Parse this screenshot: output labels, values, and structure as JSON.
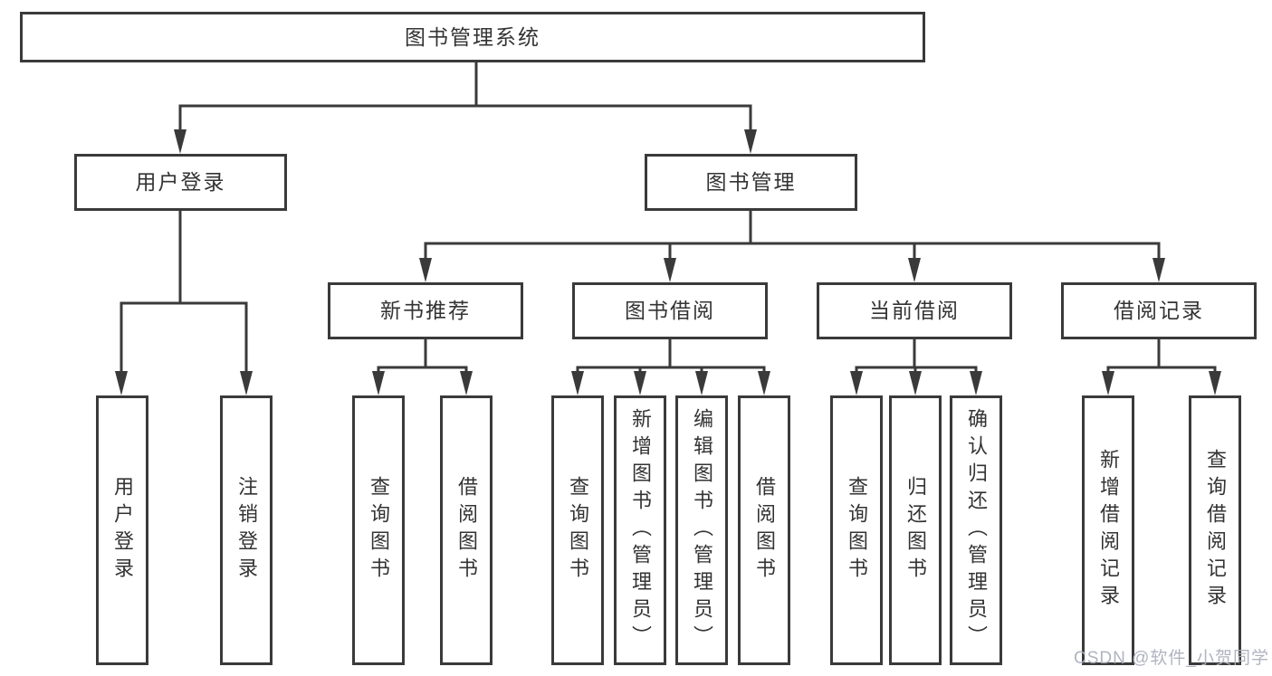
{
  "nodes": {
    "root": "图书管理系统",
    "user_login": "用户登录",
    "book_mgmt": "图书管理",
    "new_book_rec": "新书推荐",
    "book_borrow": "图书借阅",
    "current_borrow": "当前借阅",
    "borrow_records": "借阅记录",
    "ul_user_login": "用户登录",
    "ul_logout": "注销登录",
    "nbr_query_book": "查询图书",
    "nbr_borrow_book": "借阅图书",
    "bb_query_book": "查询图书",
    "bb_add_book": "新增图书（管理员）",
    "bb_edit_book": "编辑图书（管理员）",
    "bb_borrow_book": "借阅图书",
    "cb_query_book": "查询图书",
    "cb_return_book": "归还图书",
    "cb_confirm_return": "确认归还（管理员）",
    "br_add_record": "新增借阅记录",
    "br_query_record": "查询借阅记录"
  },
  "hierarchy": [
    {
      "parent": "图书管理系统",
      "children": [
        "用户登录",
        "图书管理"
      ]
    },
    {
      "parent": "用户登录",
      "children": [
        "用户登录",
        "注销登录"
      ]
    },
    {
      "parent": "图书管理",
      "children": [
        "新书推荐",
        "图书借阅",
        "当前借阅",
        "借阅记录"
      ]
    },
    {
      "parent": "新书推荐",
      "children": [
        "查询图书",
        "借阅图书"
      ]
    },
    {
      "parent": "图书借阅",
      "children": [
        "查询图书",
        "新增图书（管理员）",
        "编辑图书（管理员）",
        "借阅图书"
      ]
    },
    {
      "parent": "当前借阅",
      "children": [
        "查询图书",
        "归还图书",
        "确认归还（管理员）"
      ]
    },
    {
      "parent": "借阅记录",
      "children": [
        "新增借阅记录",
        "查询借阅记录"
      ]
    }
  ],
  "watermark": "CSDN @软件_小贺同学",
  "colors": {
    "line": "#3a3a3a",
    "text": "#333333",
    "watermark": "#acb0bd",
    "background": "#ffffff"
  }
}
